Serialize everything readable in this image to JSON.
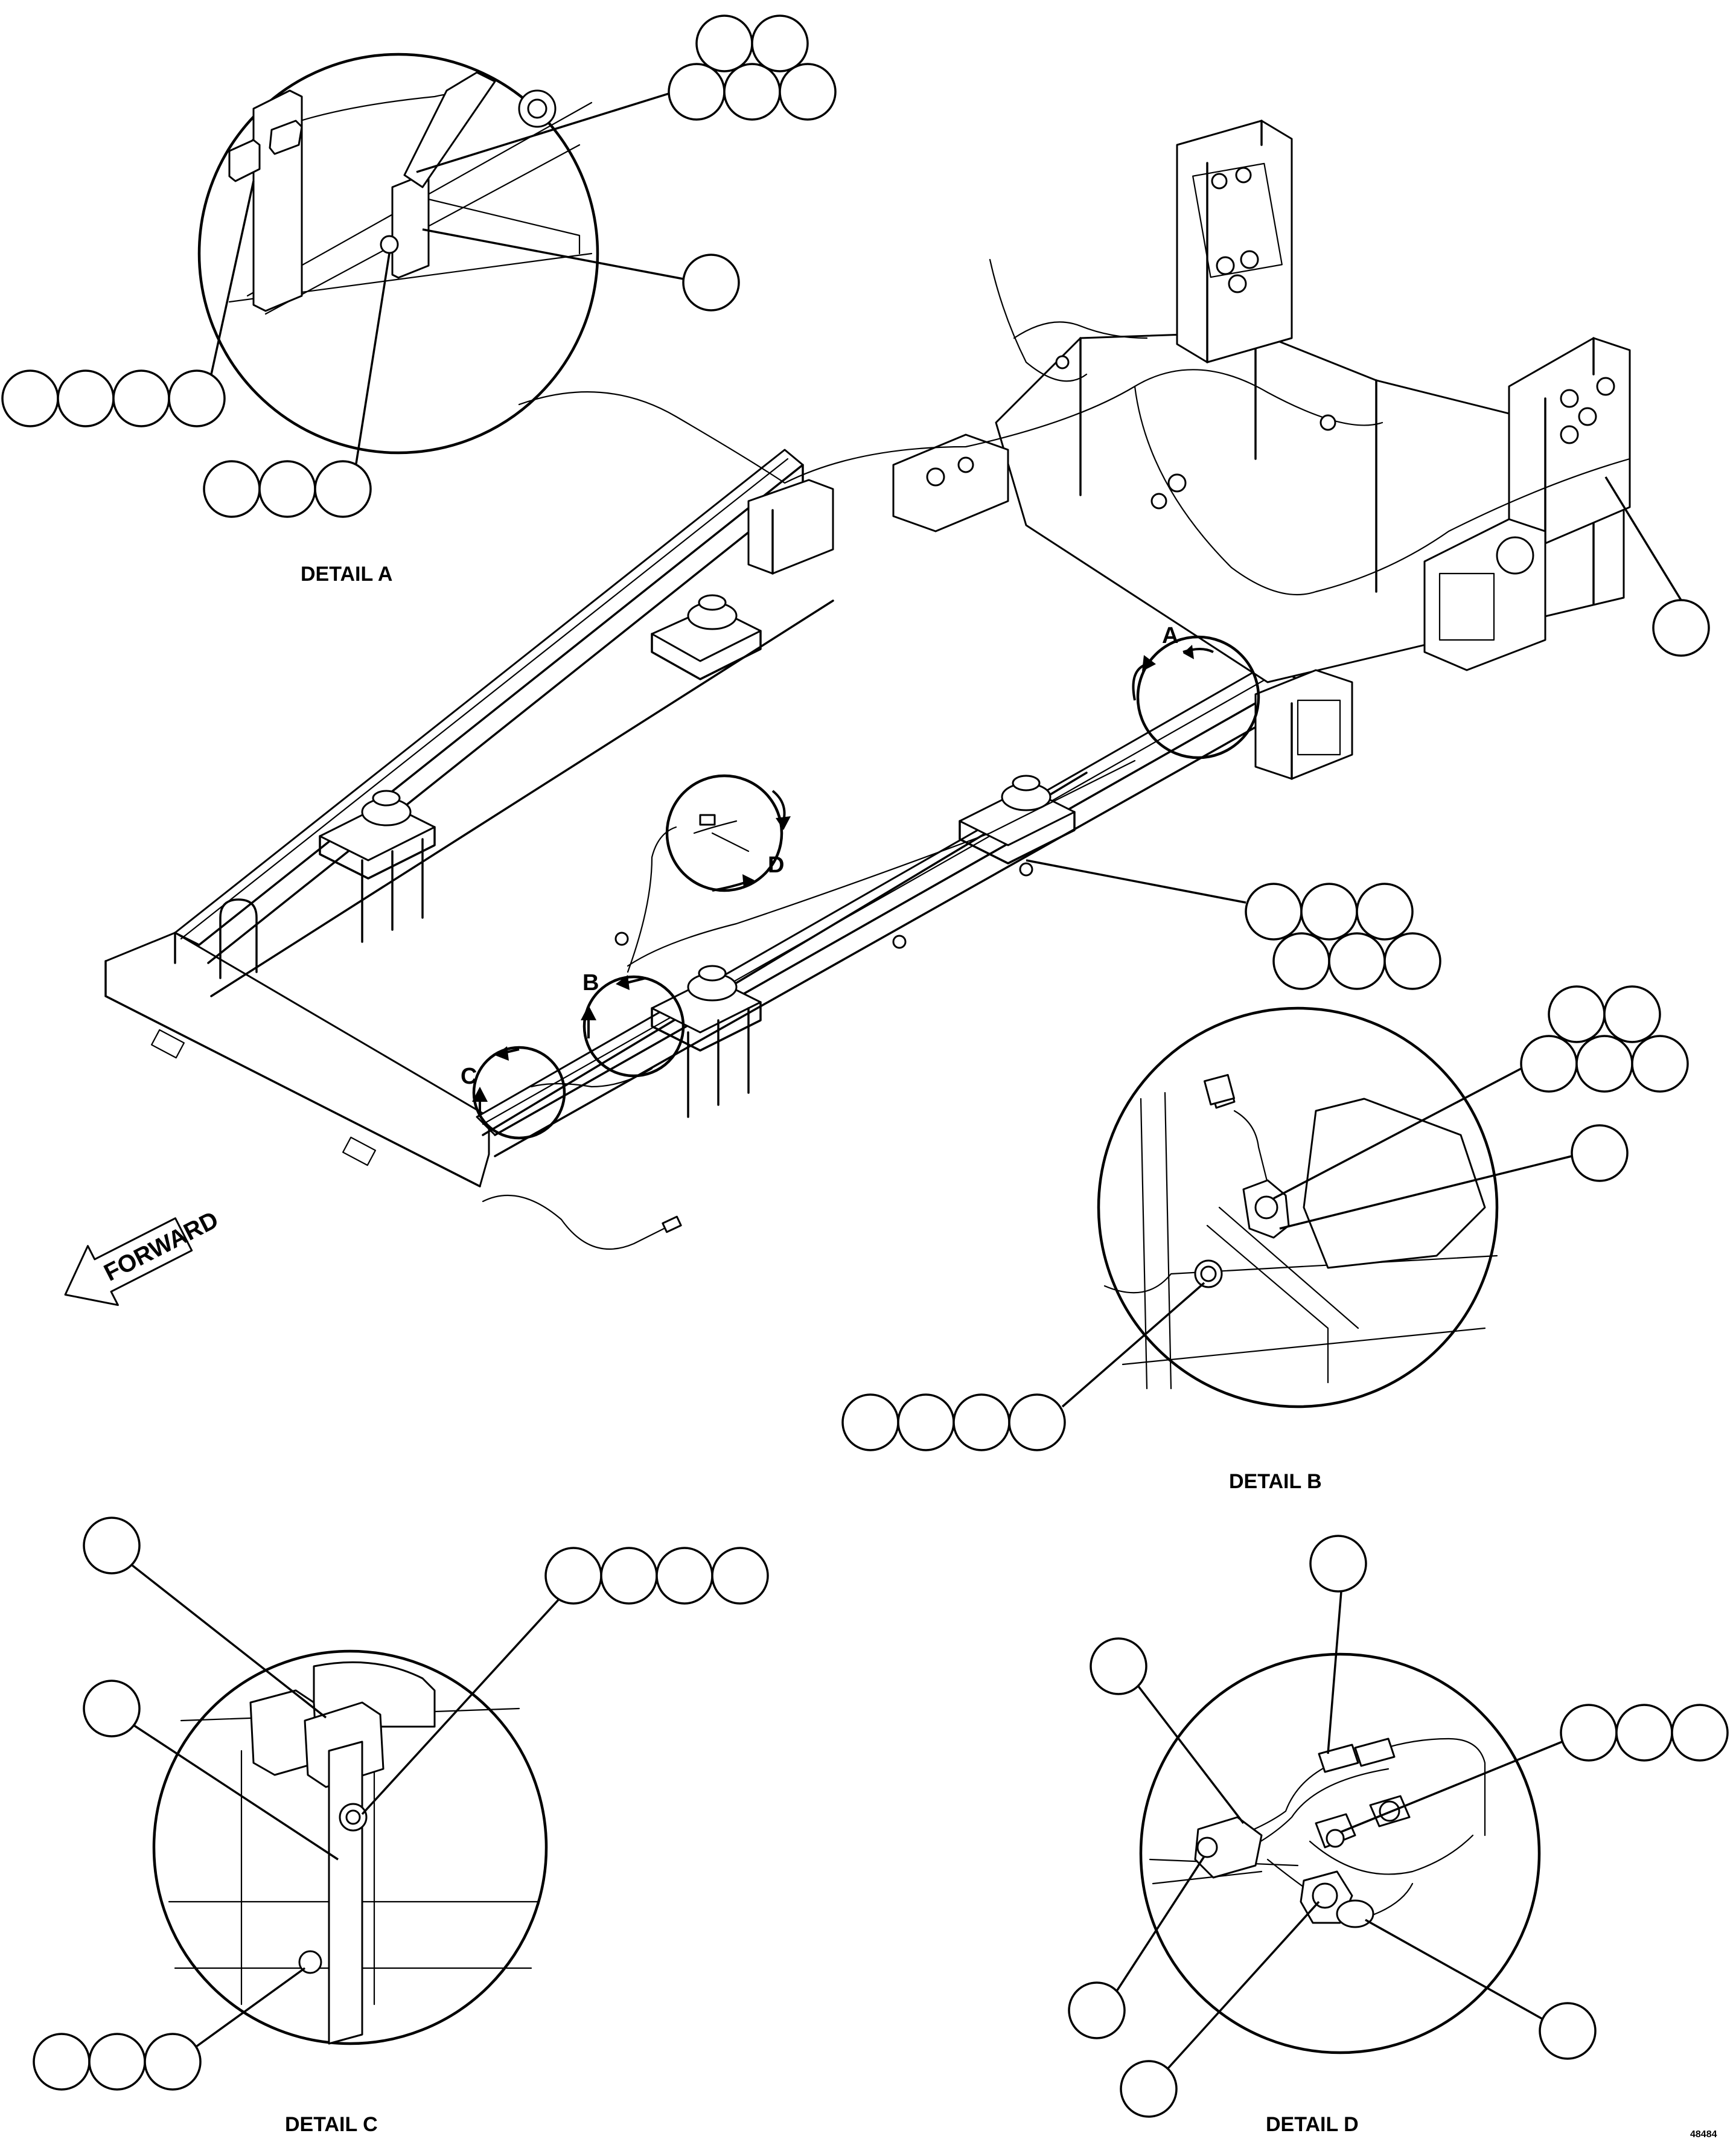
{
  "details": {
    "a": "DETAIL A",
    "b": "DETAIL B",
    "c": "DETAIL C",
    "d": "DETAIL D"
  },
  "view_markers": {
    "a": "A",
    "b": "B",
    "c": "C",
    "d": "D"
  },
  "forward_label": "FORWARD",
  "drawing_code": "48484"
}
